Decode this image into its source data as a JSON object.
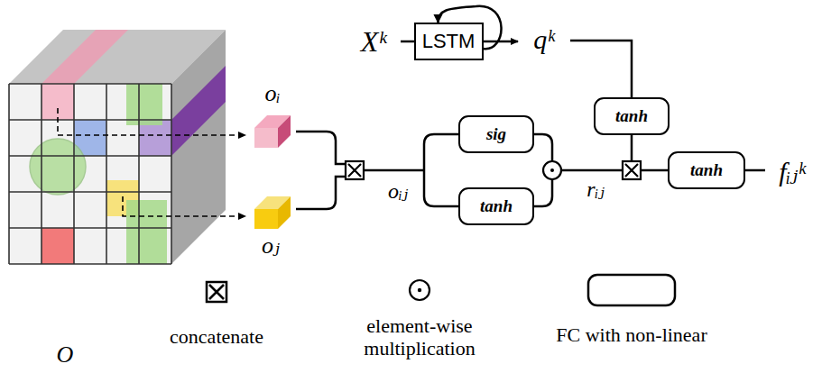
{
  "diagram": {
    "nodes": [
      {
        "text": [
          "LSTM"
        ]
      },
      {
        "text": [
          "sig"
        ]
      },
      {
        "text": [
          "tanh"
        ]
      },
      {
        "text": [
          "tanh"
        ]
      },
      {
        "text": [
          "tanh"
        ]
      }
    ],
    "edges": [
      {
        "from": 0,
        "to": 0,
        "arrow": "to"
      }
    ],
    "labels": [
      "Xᵏ",
      "qᵏ",
      "oᵢ",
      "oⱼ",
      "O",
      "oᵢⱼ",
      "rᵢⱼ",
      "fᵢⱼᵏ"
    ],
    "legend": [
      {
        "text": "concatenate"
      },
      {
        "text": "element-wise multiplication"
      },
      {
        "text": "FC with non-linear"
      }
    ]
  }
}
